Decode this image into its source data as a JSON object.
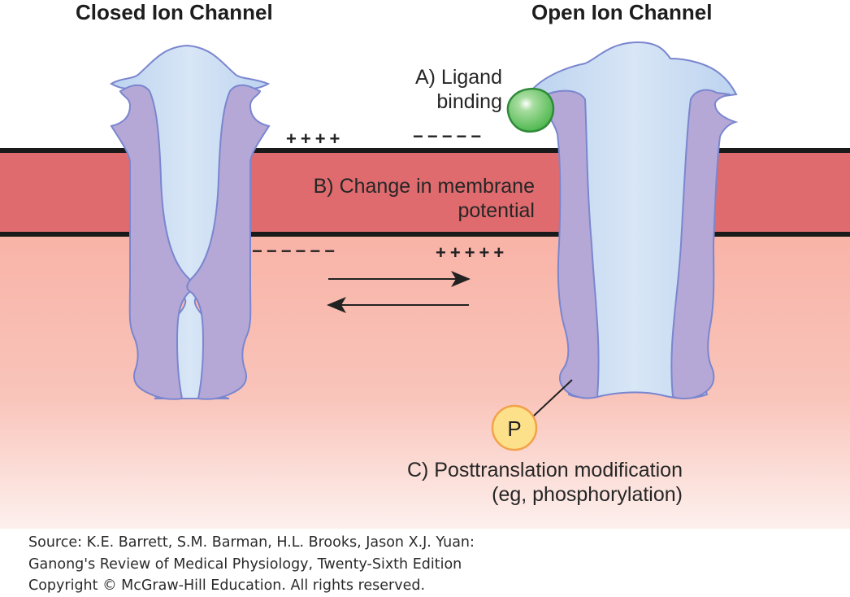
{
  "figure": {
    "titles": {
      "closed": "Closed Ion Channel",
      "open": "Open Ion Channel"
    },
    "labels": {
      "a_line1": "A) Ligand",
      "a_line2": "binding",
      "b_line1": "B) Change in membrane",
      "b_line2": "potential",
      "c_line1": "C) Posttranslation modification",
      "c_line2": "(eg, phosphorylation)"
    },
    "charges": {
      "outside_left": "++++",
      "outside_right": "−−−−−",
      "inside_left": "−−−−−−",
      "inside_right": "+++++"
    },
    "phosphate_symbol": "P",
    "arrows": {
      "forward": "closed-to-open",
      "reverse": "open-to-closed"
    },
    "colors": {
      "membrane": "#df6b6e",
      "cytoplasm_top": "#f9b5a8",
      "channel_pore": "#c6dbf2",
      "channel_wall": "#b5a8d6",
      "outline": "#7a86cf",
      "ligand": "#5cbf5c",
      "phosphate": "#fde08a"
    }
  },
  "credit": {
    "line1": "Source: K.E. Barrett, S.M. Barman, H.L. Brooks, Jason X.J. Yuan:",
    "line2": "Ganong's Review of Medical Physiology, Twenty-Sixth Edition",
    "line3": "Copyright © McGraw-Hill Education. All rights reserved."
  }
}
